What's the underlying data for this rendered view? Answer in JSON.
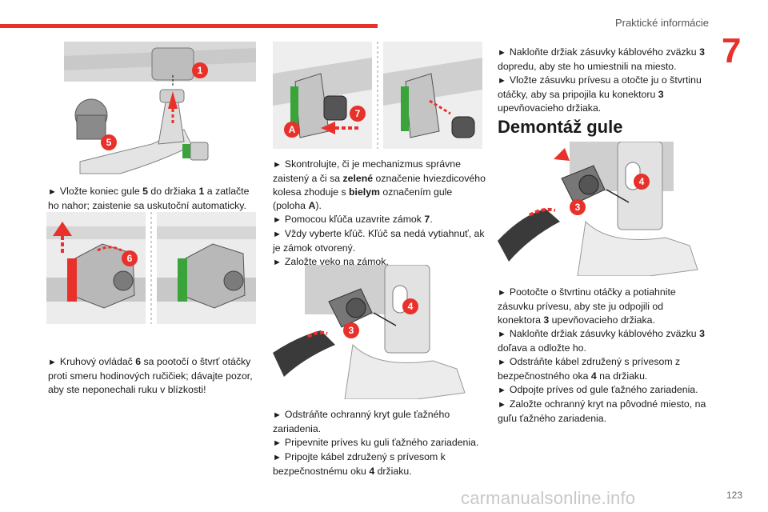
{
  "header": {
    "section": "Praktické informácie",
    "chapter": "7",
    "page": "123"
  },
  "watermark": "carmanualsonline.info",
  "colors": {
    "accent": "#e8312b",
    "green": "#3aa33a",
    "text": "#1a1a1a"
  },
  "figures": {
    "fig1": {
      "labels": [
        "1",
        "5"
      ]
    },
    "fig2": {
      "labels": [
        "6"
      ]
    },
    "fig3": {
      "labels": [
        "7",
        "A"
      ]
    },
    "fig4": {
      "labels": [
        "4",
        "3"
      ]
    },
    "fig5": {
      "labels": [
        "4",
        "3"
      ]
    }
  },
  "col1": {
    "p1": {
      "a": "Vložte koniec gule ",
      "b": "5",
      "c": " do držiaka ",
      "d": "1",
      "e": " a zatlačte ho nahor; zaistenie sa uskutoční automaticky."
    },
    "p2": {
      "a": "Kruhový ovládač ",
      "b": "6",
      "c": " sa pootočí o štvrť otáčky proti smeru hodinových ručičiek; dávajte pozor, aby ste neponechali ruku v blízkosti!"
    }
  },
  "col2": {
    "p1": {
      "a": "Skontrolujte, či je mechanizmus správne zaistený a či sa ",
      "b": "zelené",
      "c": " označenie hviezdicového kolesa zhoduje s ",
      "d": "bielym",
      "e": " označením gule (poloha ",
      "f": "A",
      "g": ")."
    },
    "p2": {
      "a": "Pomocou kľúča uzavrite zámok ",
      "b": "7",
      "c": "."
    },
    "p3": "Vždy vyberte kľúč. Kľúč sa nedá vytiahnuť, ak je zámok otvorený.",
    "p4": "Založte veko na zámok.",
    "p5": "Odstráňte ochranný kryt gule ťažného zariadenia.",
    "p6": "Pripevnite príves ku guli ťažného zariadenia.",
    "p7": {
      "a": "Pripojte kábel združený s prívesom k bezpečnostnému oku ",
      "b": "4",
      "c": " držiaku."
    }
  },
  "col3": {
    "p1": {
      "a": "Nakloňte držiak zásuvky káblového zväzku ",
      "b": "3",
      "c": " dopredu, aby ste ho umiestnili na miesto."
    },
    "p2": "Vložte zásuvku prívesu a otočte ju o štvrtinu otáčky, aby sa pripojila ku konektoru ",
    "p2b": "3",
    "p2c": " upevňovacieho držiaka.",
    "heading": "Demontáž gule",
    "p3": "Pootočte o štvrtinu otáčky a potiahnite zásuvku prívesu, aby ste ju odpojili od konektora ",
    "p3b": "3",
    "p3c": " upevňovacieho držiaka.",
    "p4": {
      "a": "Nakloňte držiak zásuvky káblového zväzku ",
      "b": "3",
      "c": " doľava a odložte ho."
    },
    "p5": "Odstráňte kábel združený s prívesom z bezpečnostného oka ",
    "p5b": "4",
    "p5c": " na držiaku.",
    "p6": "Odpojte príves od gule ťažného zariadenia.",
    "p7": "Založte ochranný kryt na pôvodné miesto, na guľu ťažného zariadenia."
  },
  "bullet": "►"
}
